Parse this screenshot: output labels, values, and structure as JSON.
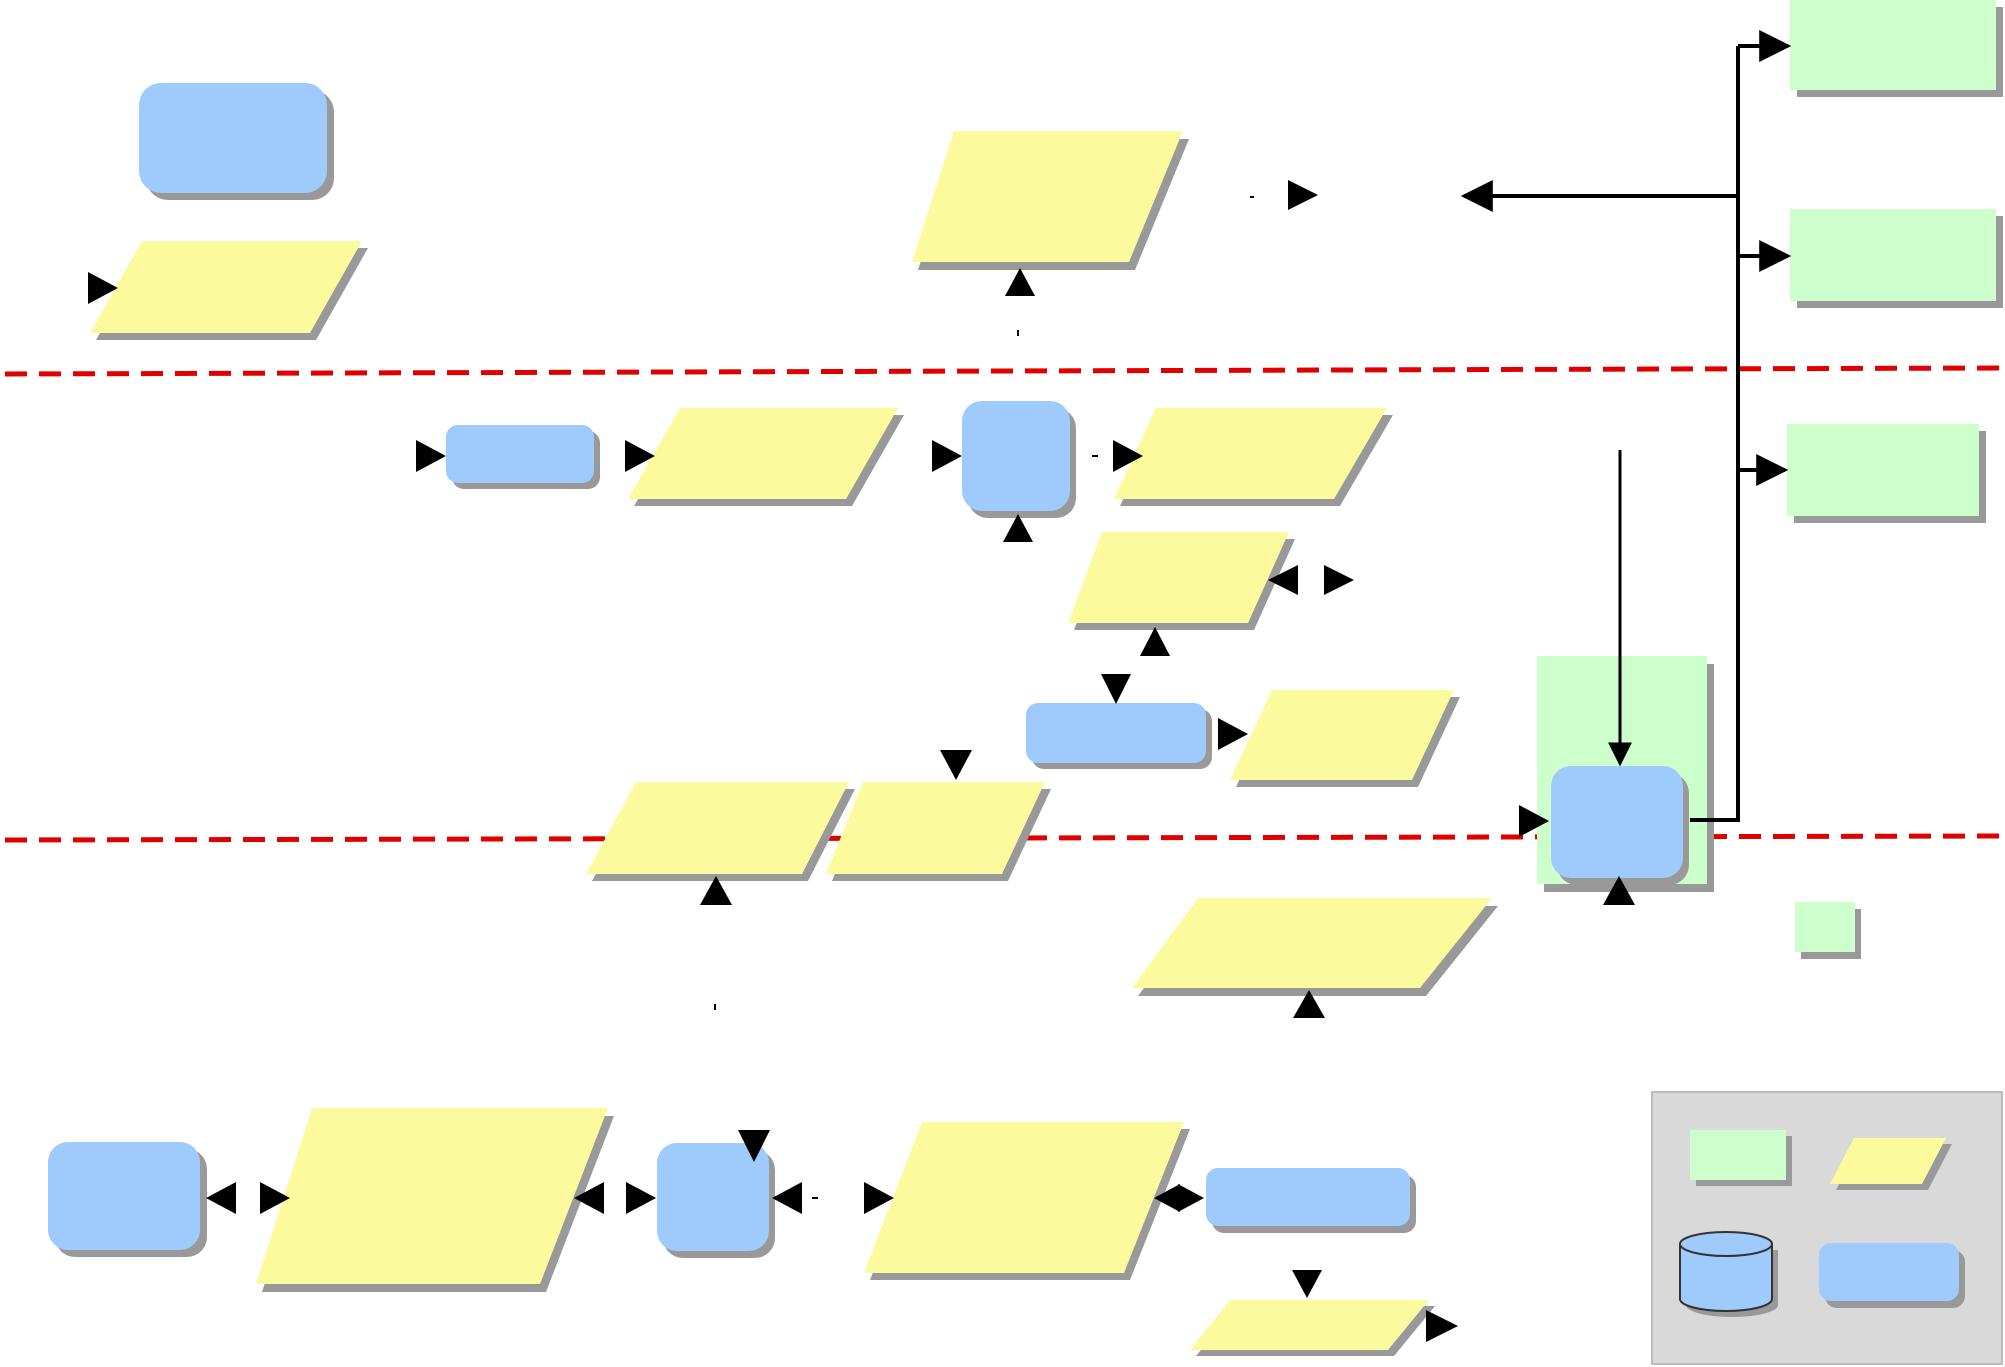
{
  "colors": {
    "process": "#9ecbfb",
    "data": "#fbfb9e",
    "output": "#ccffcc",
    "shadow": "#999999",
    "separator": "#e00000",
    "arrow": "#000000",
    "legend_panel": "#d9d9d9"
  },
  "nodes": [
    {
      "id": "process-top-left",
      "shape": "process",
      "label": ""
    },
    {
      "id": "data-top-left",
      "shape": "data",
      "label": ""
    },
    {
      "id": "data-top-center",
      "shape": "data",
      "label": ""
    },
    {
      "id": "output-top-right-1",
      "shape": "output",
      "label": ""
    },
    {
      "id": "output-top-right-2",
      "shape": "output",
      "label": ""
    },
    {
      "id": "output-top-right-3",
      "shape": "output",
      "label": ""
    },
    {
      "id": "process-mid-small",
      "shape": "process",
      "label": ""
    },
    {
      "id": "data-mid-1",
      "shape": "data",
      "label": ""
    },
    {
      "id": "process-mid-square",
      "shape": "process",
      "label": ""
    },
    {
      "id": "data-mid-2",
      "shape": "data",
      "label": ""
    },
    {
      "id": "data-mid-3",
      "shape": "data",
      "label": ""
    },
    {
      "id": "process-mid-wide",
      "shape": "process",
      "label": ""
    },
    {
      "id": "data-mid-4",
      "shape": "data",
      "label": ""
    },
    {
      "id": "data-lower-left",
      "shape": "data",
      "label": ""
    },
    {
      "id": "data-lower-center",
      "shape": "data",
      "label": ""
    },
    {
      "id": "process-right-hub",
      "shape": "process",
      "label": ""
    },
    {
      "id": "data-lower-right",
      "shape": "data",
      "label": ""
    },
    {
      "id": "output-small-square",
      "shape": "output",
      "label": ""
    },
    {
      "id": "process-bottom-left",
      "shape": "process",
      "label": ""
    },
    {
      "id": "data-bottom-large-1",
      "shape": "data",
      "label": ""
    },
    {
      "id": "process-bottom-square",
      "shape": "process",
      "label": ""
    },
    {
      "id": "data-bottom-large-2",
      "shape": "data",
      "label": ""
    },
    {
      "id": "process-bottom-wide",
      "shape": "process",
      "label": ""
    },
    {
      "id": "data-bottom-small",
      "shape": "data",
      "label": ""
    }
  ],
  "legend": {
    "items": [
      {
        "shape": "output",
        "label": ""
      },
      {
        "shape": "data",
        "label": ""
      },
      {
        "shape": "database",
        "label": ""
      },
      {
        "shape": "process",
        "label": ""
      }
    ]
  }
}
